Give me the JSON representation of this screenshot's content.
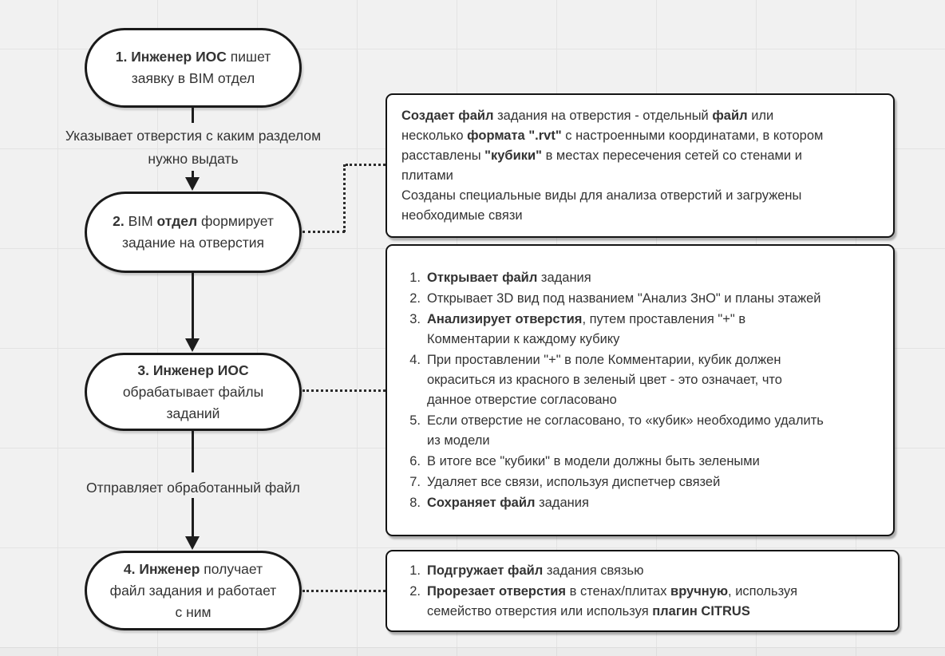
{
  "colors": {
    "background": "#f1f1f1",
    "grid_line": "#e3e3e3",
    "shape_fill": "#ffffff",
    "stroke": "#1a1a1a",
    "text": "#333333"
  },
  "flow": {
    "nodes": [
      {
        "id": "step1",
        "lines": [
          [
            {
              "t": "1. Инженер ИОС",
              "b": true
            },
            {
              "t": " пишет",
              "b": false
            }
          ],
          [
            {
              "t": "заявку в BIM отдел",
              "b": false
            }
          ]
        ]
      },
      {
        "id": "step2",
        "lines": [
          [
            {
              "t": "2. ",
              "b": true
            },
            {
              "t": "BIM ",
              "b": false
            },
            {
              "t": "отдел",
              "b": true
            },
            {
              "t": " формирует",
              "b": false
            }
          ],
          [
            {
              "t": "задание на отверстия",
              "b": false
            }
          ]
        ]
      },
      {
        "id": "step3",
        "lines": [
          [
            {
              "t": "3. Инженер ИОС",
              "b": true
            }
          ],
          [
            {
              "t": "обрабатывает файлы",
              "b": false
            }
          ],
          [
            {
              "t": "заданий",
              "b": false
            }
          ]
        ]
      },
      {
        "id": "step4",
        "lines": [
          [
            {
              "t": "4.  Инженер",
              "b": true
            },
            {
              "t": " получает",
              "b": false
            }
          ],
          [
            {
              "t": "файл задания и работает",
              "b": false
            }
          ],
          [
            {
              "t": "с ним",
              "b": false
            }
          ]
        ]
      }
    ],
    "edge_labels": [
      {
        "lines": [
          "Указывает отверстия с каким разделом",
          "нужно выдать"
        ]
      },
      {
        "lines": [
          "Отправляет обработанный файл"
        ]
      }
    ]
  },
  "notes": {
    "box1": {
      "lines": [
        [
          {
            "t": "Создает файл",
            "b": true
          },
          {
            "t": " задания на отверстия - отдельный ",
            "b": false
          },
          {
            "t": "файл",
            "b": true
          },
          {
            "t": " или",
            "b": false
          }
        ],
        [
          {
            "t": "несколько ",
            "b": false
          },
          {
            "t": "формата \".rvt\"",
            "b": true
          },
          {
            "t": " с настроенными координатами, в котором",
            "b": false
          }
        ],
        [
          {
            "t": "расставлены ",
            "b": false
          },
          {
            "t": "\"кубики\"",
            "b": true
          },
          {
            "t": " в местах пересечения сетей со стенами и",
            "b": false
          }
        ],
        [
          {
            "t": "плитами",
            "b": false
          }
        ],
        [
          {
            "t": "Созданы специальные виды для анализа отверстий и загружены",
            "b": false
          }
        ],
        [
          {
            "t": "необходимые связи",
            "b": false
          }
        ]
      ]
    },
    "box2": {
      "items": [
        {
          "n": "1.",
          "lines": [
            [
              {
                "t": "Открывает файл",
                "b": true
              },
              {
                "t": " задания",
                "b": false
              }
            ]
          ]
        },
        {
          "n": "2.",
          "lines": [
            [
              {
                "t": "Открывает 3D вид под названием \"Анализ ЗнО\" и планы этажей",
                "b": false
              }
            ]
          ]
        },
        {
          "n": "3.",
          "lines": [
            [
              {
                "t": "Анализирует отверстия",
                "b": true
              },
              {
                "t": ", путем проставления \"+\" в",
                "b": false
              }
            ],
            [
              {
                "t": "Комментарии к каждому кубику",
                "b": false
              }
            ]
          ]
        },
        {
          "n": "4.",
          "lines": [
            [
              {
                "t": "При проставлении \"+\" в поле Комментарии, кубик должен",
                "b": false
              }
            ],
            [
              {
                "t": "окраситься из красного в зеленый цвет - это означает, что",
                "b": false
              }
            ],
            [
              {
                "t": "данное отверстие согласовано",
                "b": false
              }
            ]
          ]
        },
        {
          "n": "5.",
          "lines": [
            [
              {
                "t": "Если отверстие не согласовано, то «кубик» необходимо удалить",
                "b": false
              }
            ],
            [
              {
                "t": "из модели",
                "b": false
              }
            ]
          ]
        },
        {
          "n": "6.",
          "lines": [
            [
              {
                "t": "В итоге все \"кубики\" в модели должны быть зелеными",
                "b": false
              }
            ]
          ]
        },
        {
          "n": "7.",
          "lines": [
            [
              {
                "t": "Удаляет все связи, используя диспетчер связей",
                "b": false
              }
            ]
          ]
        },
        {
          "n": "8.",
          "lines": [
            [
              {
                "t": "Сохраняет файл",
                "b": true
              },
              {
                "t": " задания",
                "b": false
              }
            ]
          ]
        }
      ]
    },
    "box3": {
      "items": [
        {
          "n": "1.",
          "lines": [
            [
              {
                "t": "Подгружает файл",
                "b": true
              },
              {
                "t": " задания связью",
                "b": false
              }
            ]
          ]
        },
        {
          "n": "2.",
          "lines": [
            [
              {
                "t": "Прорезает отверстия",
                "b": true
              },
              {
                "t": " в стенах/плитах ",
                "b": false
              },
              {
                "t": "вручную",
                "b": true
              },
              {
                "t": ", используя",
                "b": false
              }
            ],
            [
              {
                "t": "семейство отверстия или используя ",
                "b": false
              },
              {
                "t": "плагин CITRUS",
                "b": true
              }
            ]
          ]
        }
      ]
    }
  }
}
